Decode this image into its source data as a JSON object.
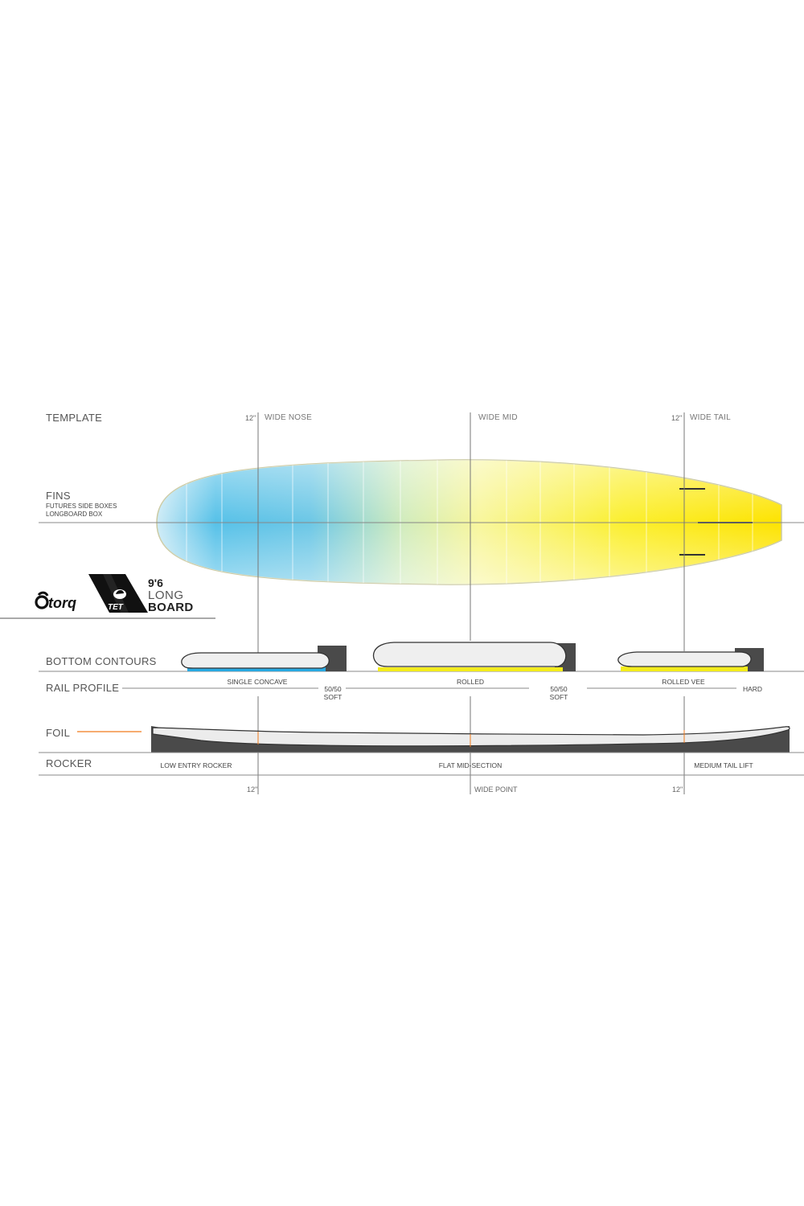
{
  "sections": {
    "template": "TEMPLATE",
    "fins": "FINS",
    "fins_line1": "FUTURES SIDE BOXES",
    "fins_line2": "LONGBOARD BOX",
    "bottom_contours": "BOTTOM  CONTOURS",
    "rail_profile": "RAIL PROFILE",
    "foil": "FOIL",
    "rocker": "ROCKER"
  },
  "markers": {
    "nose_dist": "12\"",
    "nose_label": "WIDE NOSE",
    "mid_label": "WIDE MID",
    "tail_dist": "12\"",
    "tail_label": "WIDE TAIL",
    "bottom_nose_dist": "12\"",
    "bottom_mid_label": "WIDE POINT",
    "bottom_tail_dist": "12\""
  },
  "bottom_contours": {
    "nose": "SINGLE CONCAVE",
    "mid": "ROLLED",
    "tail": "ROLLED VEE"
  },
  "rail_profile": {
    "nose_top": "50/50",
    "nose_bottom": "SOFT",
    "mid_top": "50/50",
    "mid_bottom": "SOFT",
    "tail": "HARD"
  },
  "rocker": {
    "nose": "LOW ENTRY ROCKER",
    "mid": "FLAT MID-SECTION",
    "tail": "MEDIUM TAIL LIFT"
  },
  "branding": {
    "brand": "torq",
    "tech": "TET",
    "length": "9'6",
    "model_top": "LONG",
    "model_bottom": "BOARD"
  },
  "colors": {
    "nose_blue": "#3fb6e3",
    "tail_yellow": "#fde300",
    "rocker_dark": "#4a4a4a",
    "foil_orange": "#f07a1a",
    "line_gray": "#888888"
  }
}
